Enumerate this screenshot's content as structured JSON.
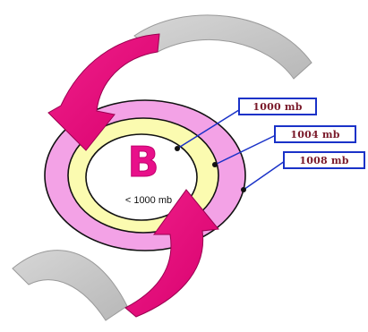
{
  "center": {
    "letter": "B",
    "pressure": "< 1000 mb"
  },
  "isobars": [
    {
      "label": "1000 mb"
    },
    {
      "label": "1004 mb"
    },
    {
      "label": "1008 mb"
    }
  ],
  "colors": {
    "outer_ring": "#f3a2e6",
    "middle_ring": "#fbfbb0",
    "inner_core": "#ffffff",
    "arrows": "#e8107a",
    "gray_arms": "#c9c9c9",
    "label_border": "#1a32c8",
    "label_text": "#7a1a2a",
    "letter": "#e8108a"
  }
}
